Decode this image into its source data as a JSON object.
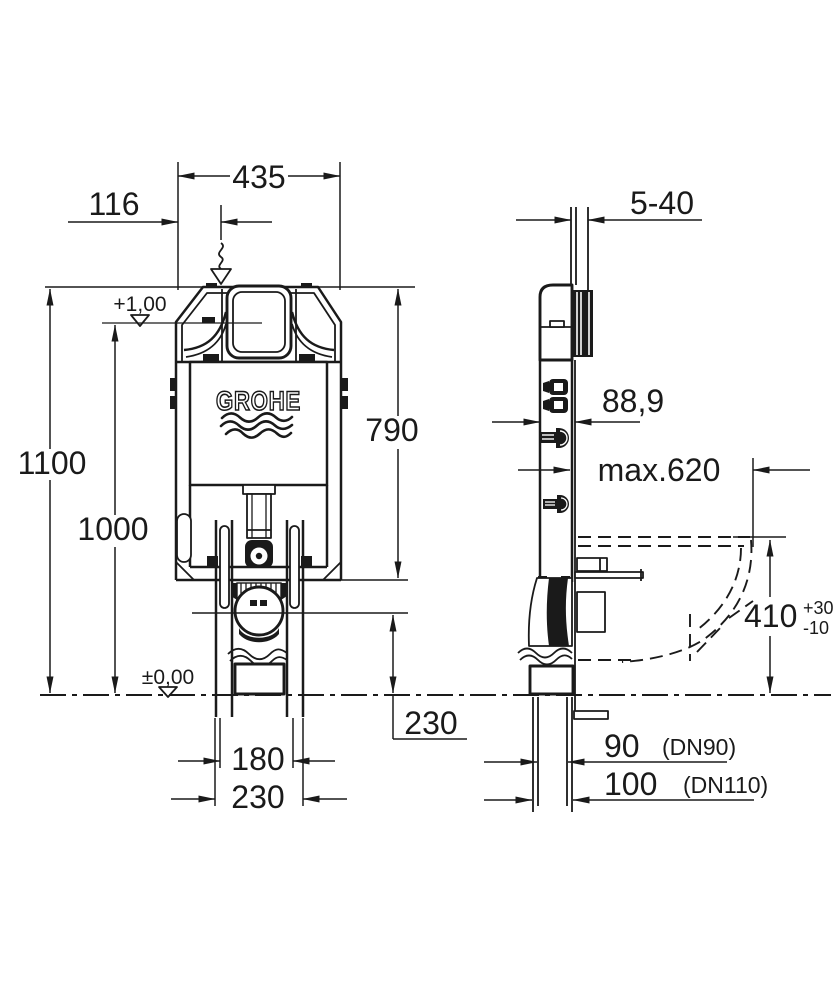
{
  "brand": "GROHE",
  "colors": {
    "line": "#1a1a1a",
    "background": "#ffffff"
  },
  "front_view": {
    "frame_width": "435",
    "inlet_offset": "116",
    "level_top": "+1,00",
    "level_floor": "±0,00",
    "frame_height": "1100",
    "inlet_height": "1000",
    "flush_bend_height": "790",
    "outlet_center_height": "230",
    "feet_spacing_inner": "180",
    "feet_spacing_outer": "230"
  },
  "side_view": {
    "wall_thickness_range": "5-40",
    "connection_offset": "88,9",
    "max_depth": "max.620",
    "bowl_height": "410",
    "bowl_height_tol_plus": "+30",
    "bowl_height_tol_minus": "-10",
    "drain_90": "90",
    "drain_90_dn": "(DN90)",
    "drain_110": "100",
    "drain_110_dn": "(DN110)"
  }
}
